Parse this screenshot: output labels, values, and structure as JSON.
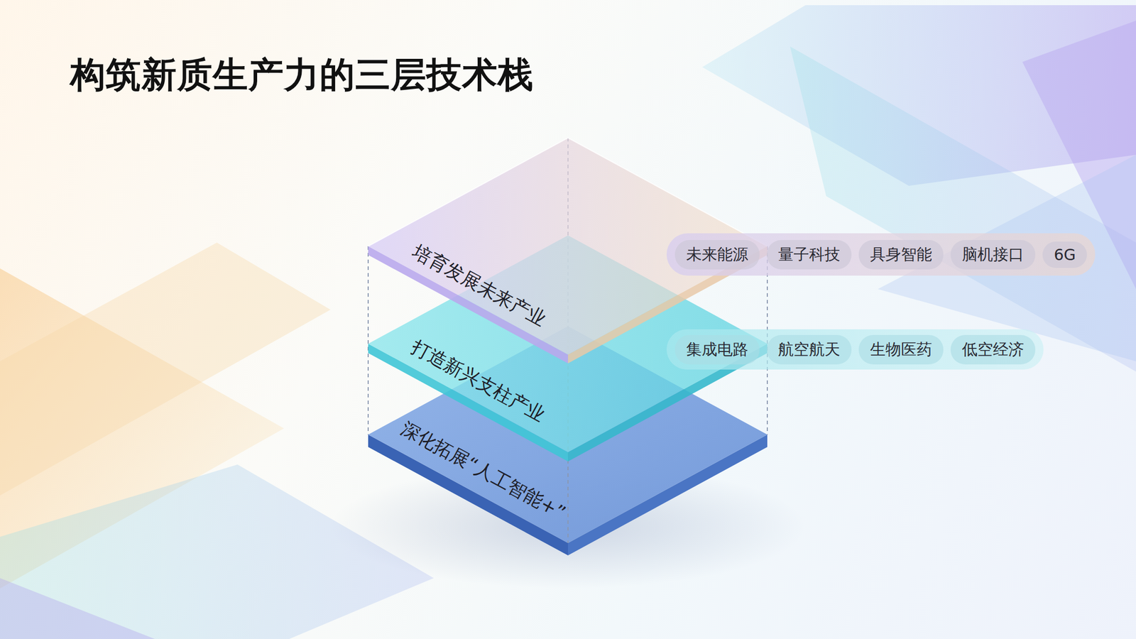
{
  "diagram": {
    "title": "构筑新质生产力的三层技术栈",
    "nodes": [
      {
        "text": [
          "培育发展未来产业"
        ]
      },
      {
        "text": [
          "未来能源"
        ]
      },
      {
        "text": [
          "量子科技"
        ]
      },
      {
        "text": [
          "具身智能"
        ]
      },
      {
        "text": [
          "脑机接口"
        ]
      },
      {
        "text": [
          "6G"
        ]
      },
      {
        "text": [
          "打造新兴支柱产业"
        ]
      },
      {
        "text": [
          "集成电路"
        ]
      },
      {
        "text": [
          "航空航天"
        ]
      },
      {
        "text": [
          "生物医药"
        ]
      },
      {
        "text": [
          "低空经济"
        ]
      },
      {
        "text": [
          "深化拓展“人工智能+”"
        ]
      }
    ]
  }
}
